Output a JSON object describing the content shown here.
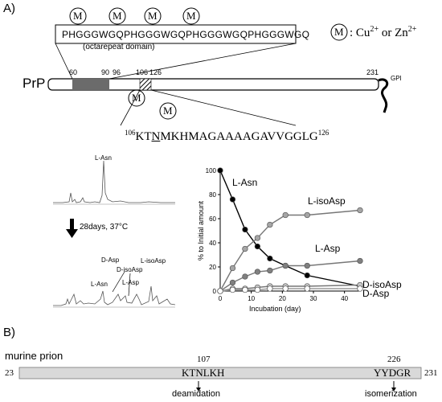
{
  "panel_a": {
    "label": "A)",
    "sequence_box": "PHGGGWGQPHGGGWGQPHGGGWGQPHGGGWGQ",
    "domain_caption": "(octarepeat domain)",
    "metal_symbol": "M",
    "legend_text": ": Cu",
    "legend_cu_sup": "2+",
    "legend_or": " or Zn",
    "legend_zn_sup": "2+",
    "protein_label": "PrP",
    "positions": [
      "60",
      "90",
      "96",
      "106",
      "126",
      "231"
    ],
    "gpi_label": "GPI",
    "peptide_start": "106",
    "peptide_pre": "KT",
    "peptide_n": "N",
    "peptide_post": "MKHMAGAAAAGAVVGGLG",
    "peptide_end": "126",
    "chrom_top_label": "L-Asn",
    "arrow_label": "28days, 37°C",
    "chrom_bottom_labels": [
      "L-Asn",
      "D-Asp",
      "D-isoAsp",
      "L-Asp",
      "L-isoAsp"
    ]
  },
  "chart_data": {
    "type": "line",
    "ylabel": "% to Initial amount",
    "xlabel": "Incubation (day)",
    "xlim": [
      0,
      45
    ],
    "ylim": [
      0,
      100
    ],
    "xticks": [
      0,
      10,
      20,
      30,
      40
    ],
    "yticks": [
      0,
      20,
      40,
      60,
      80,
      100
    ],
    "x": [
      0,
      4,
      8,
      12,
      16,
      21,
      28,
      45
    ],
    "series": [
      {
        "name": "L-Asn",
        "color": "#000000",
        "values": [
          100,
          76,
          51,
          37,
          27,
          21,
          13,
          4
        ]
      },
      {
        "name": "L-isoAsp",
        "color": "#a6a6a6",
        "values": [
          0,
          19,
          35,
          44,
          55,
          63,
          63,
          67
        ]
      },
      {
        "name": "L-Asp",
        "color": "#808080",
        "values": [
          0,
          7,
          12,
          16,
          17,
          21,
          21,
          25
        ]
      },
      {
        "name": "D-isoAsp",
        "color": "#c8c8c8",
        "values": [
          0,
          2,
          2,
          3,
          4,
          4,
          4,
          5
        ]
      },
      {
        "name": "D-Asp",
        "color": "#ffffff",
        "values": [
          0,
          1,
          1,
          1,
          2,
          2,
          2,
          2
        ]
      }
    ]
  },
  "panel_b": {
    "label": "B)",
    "title": "murine prion",
    "start": "23",
    "end": "231",
    "pos_107": "107",
    "pos_226": "226",
    "seq_1": "KTNLKH",
    "seq_2": "YYDGR",
    "event_1": "deamidation",
    "event_2": "isomerization"
  }
}
